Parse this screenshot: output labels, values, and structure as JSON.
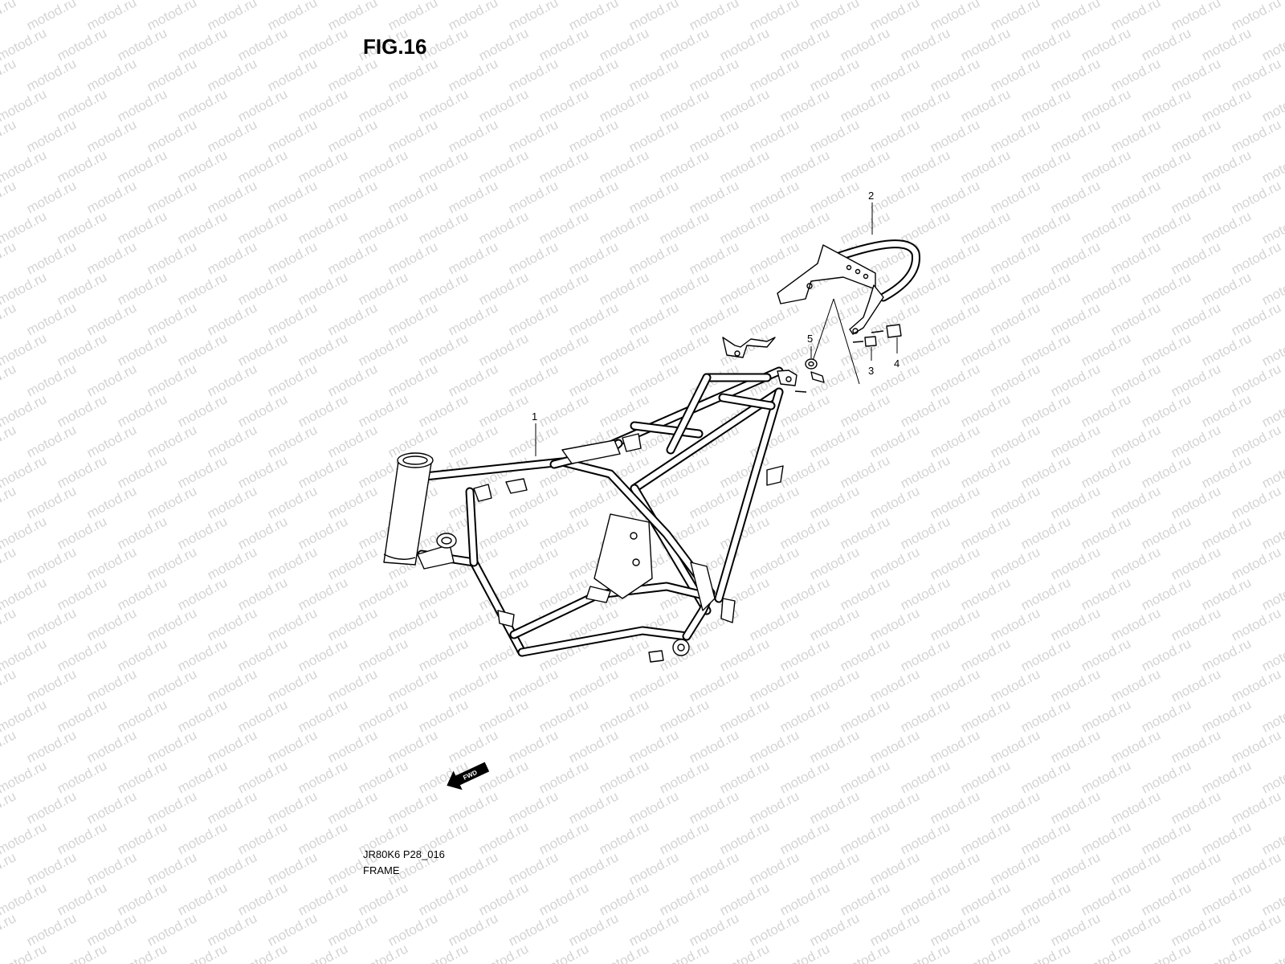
{
  "figure": {
    "title": "FIG.16",
    "code": "JR80K6 P28_016",
    "name": "FRAME"
  },
  "callouts": [
    {
      "id": "1",
      "label": "1"
    },
    {
      "id": "2",
      "label": "2"
    },
    {
      "id": "3",
      "label": "3"
    },
    {
      "id": "4",
      "label": "4"
    },
    {
      "id": "5",
      "label": "5"
    }
  ],
  "direction_arrow": {
    "label": "FWD",
    "icon": "fwd-arrow-icon"
  },
  "watermark": {
    "text": "motod.ru",
    "color": "#d4d4d4"
  }
}
